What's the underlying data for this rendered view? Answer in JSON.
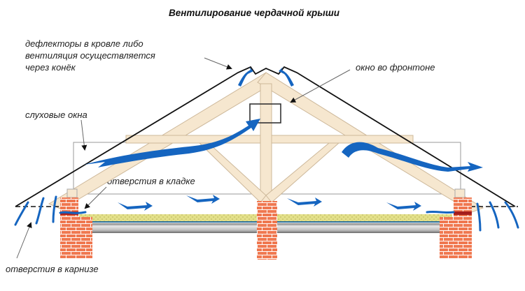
{
  "title": "Вентилирование чердачной крыши",
  "labels": {
    "ridge_deflectors": [
      "дефлекторы в кровле либо",
      "вентиляция осуществляется",
      "через конёк"
    ],
    "gable_window": "окно во фронтоне",
    "dormer_windows": "слуховые окна",
    "masonry_openings": "отверстия в кладке",
    "eave_openings": "отверстия в карнизе"
  },
  "colors": {
    "airflow": "#1565c0",
    "timber": "#f6e7cf",
    "brick": "#f07850",
    "insulation": "#e3e08a",
    "roof_line": "#111111",
    "ceiling_beam": "#9a9a9a"
  }
}
